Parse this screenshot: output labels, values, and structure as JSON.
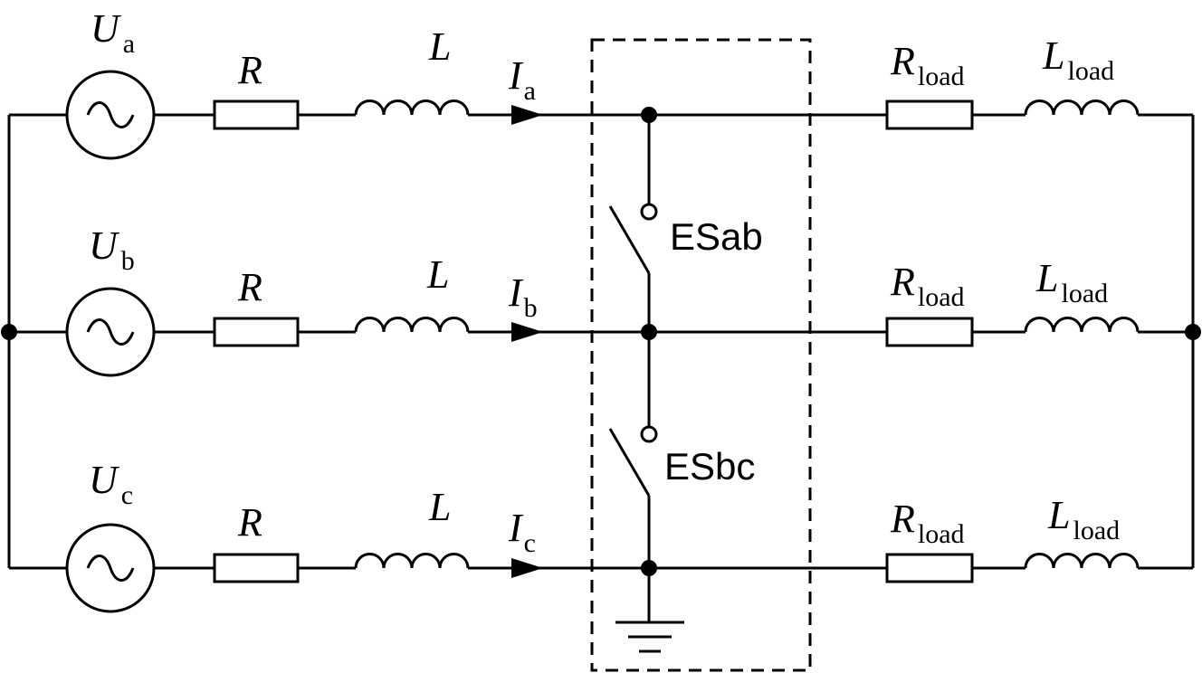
{
  "sources": [
    {
      "symbol": "U",
      "subscript": "a"
    },
    {
      "symbol": "U",
      "subscript": "b"
    },
    {
      "symbol": "U",
      "subscript": "c"
    }
  ],
  "line_resistor": {
    "symbol": "R"
  },
  "line_inductor": {
    "symbol": "L"
  },
  "currents": [
    {
      "symbol": "I",
      "subscript": "a"
    },
    {
      "symbol": "I",
      "subscript": "b"
    },
    {
      "symbol": "I",
      "subscript": "c"
    }
  ],
  "load_resistor": {
    "symbol": "R",
    "subscript": "load"
  },
  "load_inductor": {
    "symbol": "L",
    "subscript": "load"
  },
  "switches": [
    {
      "label": "ESab"
    },
    {
      "label": "ESbc"
    }
  ]
}
